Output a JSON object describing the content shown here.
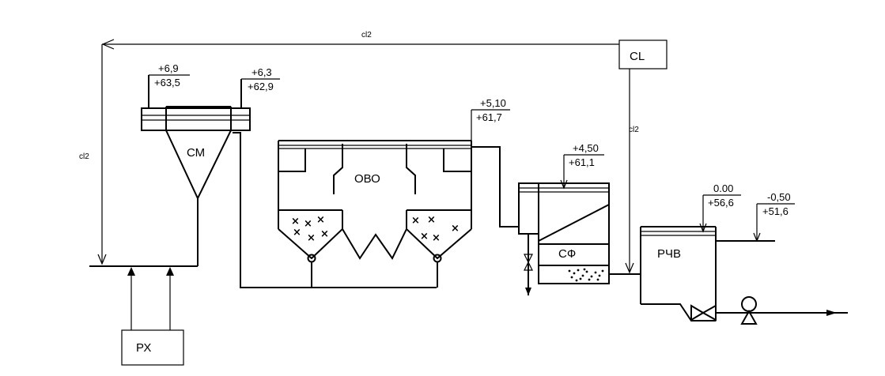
{
  "labels": {
    "cl_box": "CL",
    "rx_box": "РХ",
    "sm": "СМ",
    "ovo": "ОВО",
    "sf": "СФ",
    "rchv": "РЧВ",
    "cl2_top": "cl2",
    "cl2_left": "cl2",
    "cl2_right": "cl2"
  },
  "elevations": {
    "sm_in_top": "+6,9",
    "sm_in_bottom": "+63,5",
    "sm_out_top": "+6,3",
    "sm_out_bottom": "+62,9",
    "ovo_top": "+5,10",
    "ovo_bottom": "+61,7",
    "sf_top": "+4,50",
    "sf_bottom": "+61,1",
    "rchv_top": "0.00",
    "rchv_bottom": "+56,6",
    "out_top": "-0,50",
    "out_bottom": "+51,6"
  }
}
